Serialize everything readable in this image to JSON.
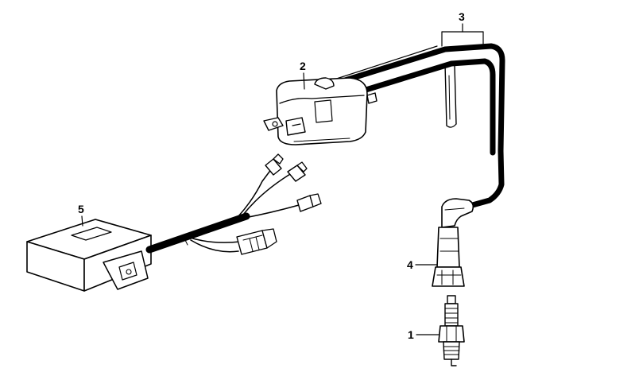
{
  "diagram": {
    "callouts": [
      {
        "id": "spark-plug",
        "label": "1"
      },
      {
        "id": "ignition-coil",
        "label": "2"
      },
      {
        "id": "ignition-cable",
        "label": "3"
      },
      {
        "id": "spark-plug-connector",
        "label": "4"
      },
      {
        "id": "control-unit",
        "label": "5"
      }
    ]
  },
  "colors": {
    "line": "#000000",
    "background": "#ffffff"
  }
}
